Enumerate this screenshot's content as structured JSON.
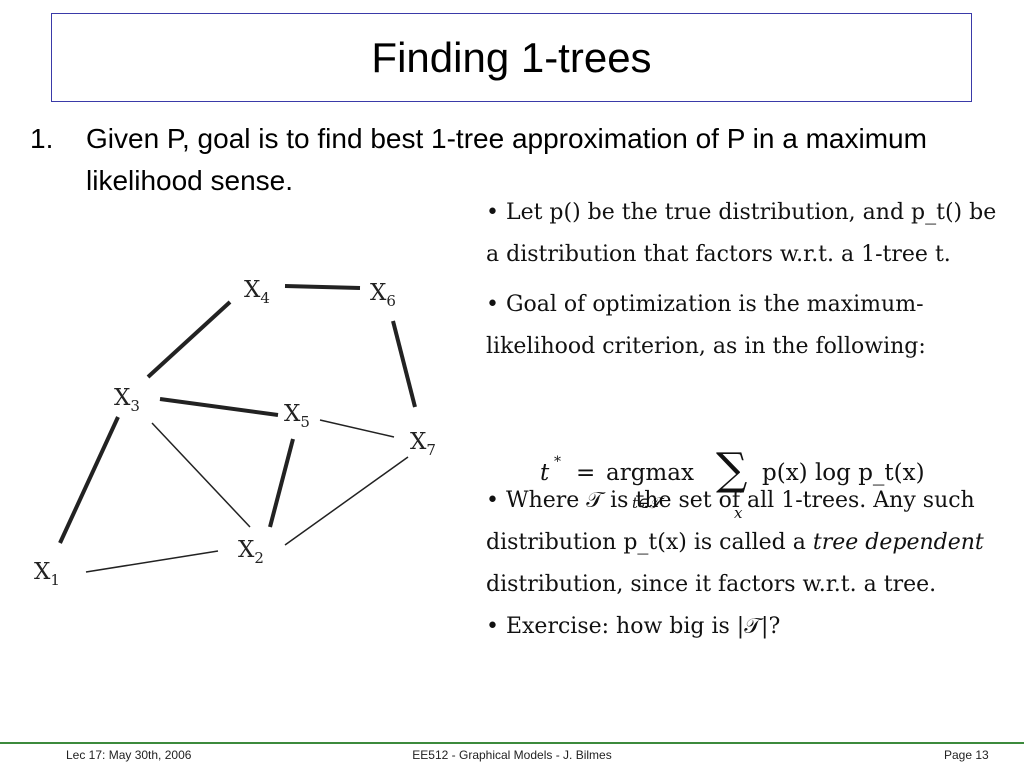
{
  "slide": {
    "title": "Finding 1-trees",
    "point_number": "1.",
    "point_text": "Given P, goal is to find best 1-tree approximation of P in a maximum likelihood sense."
  },
  "graph": {
    "nodes": [
      "X4",
      "X6",
      "X3",
      "X5",
      "X7",
      "X1",
      "X2"
    ]
  },
  "right_text": {
    "p1": "• Let p() be the true distribution, and p_t() be a distribution that factors w.r.t. a 1-tree t.",
    "p2": "• Goal of optimization is the maximum-likelihood criterion, as in the following:",
    "formula_lhs": "t",
    "formula_star": "*",
    "formula_eq": "=",
    "formula_argmax": "argmax",
    "formula_under": "t∈𝒯",
    "formula_sum": "∑",
    "formula_sum_under": "x",
    "formula_rhs": "p(x) log p_t(x)",
    "p3a": "• Where 𝒯 is the set of all 1-trees. Any such distribution p_t(x) is called a ",
    "p3b": "tree dependent",
    "p3c": " distribution, since it factors w.r.t. a tree.",
    "p4": "• Exercise: how big is |𝒯|?"
  },
  "footer": {
    "left": "Lec 17: May 30th, 2006",
    "center": "EE512 - Graphical Models - J. Bilmes",
    "right": "Page 13"
  },
  "colors": {
    "title_border": "#3a3aa8",
    "footer_line": "#3c8a3c"
  }
}
